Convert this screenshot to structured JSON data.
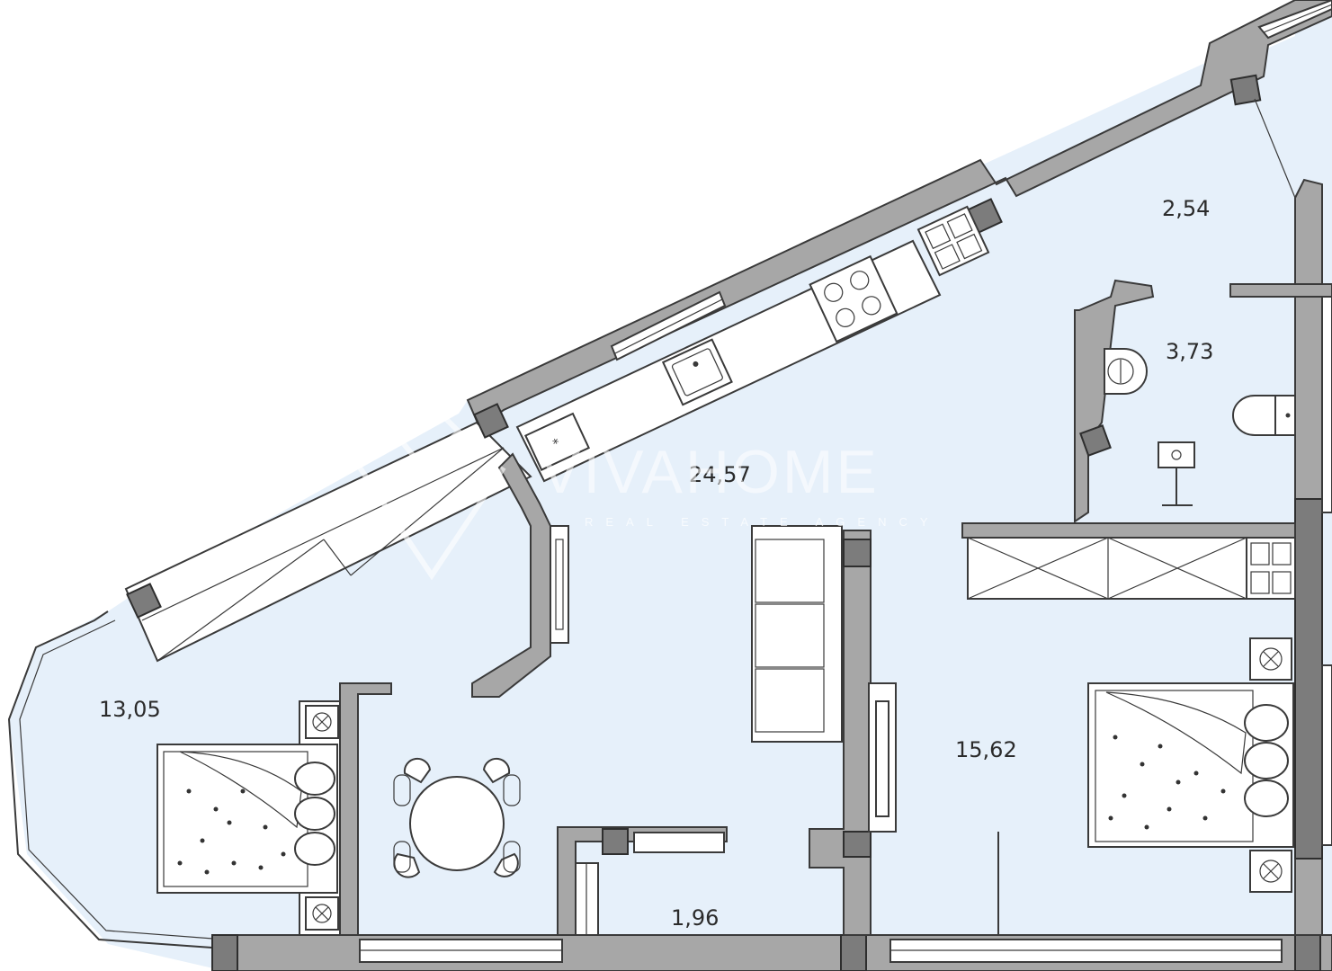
{
  "plan": {
    "rooms": [
      {
        "id": "living-kitchen",
        "area": "24,57"
      },
      {
        "id": "hall",
        "area": "2,54"
      },
      {
        "id": "bathroom",
        "area": "3,73"
      },
      {
        "id": "bedroom-left",
        "area": "13,05"
      },
      {
        "id": "bedroom-right",
        "area": "15,62"
      },
      {
        "id": "closet",
        "area": "1,96"
      }
    ]
  },
  "watermark": {
    "title": "VIVAHOME",
    "subtitle": "REAL ESTATE AGENCY"
  }
}
